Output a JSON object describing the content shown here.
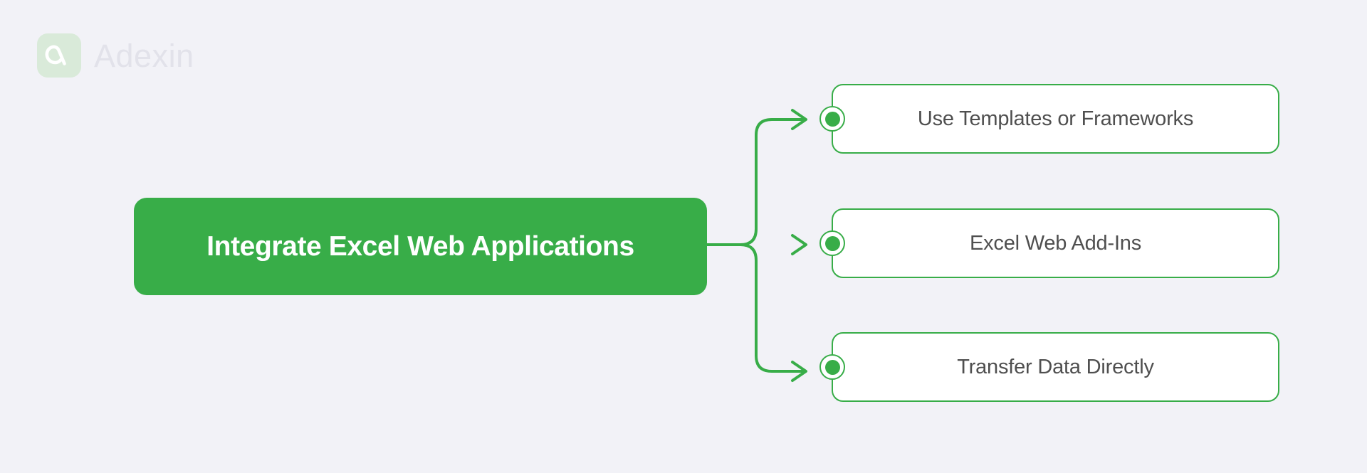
{
  "brand": {
    "name": "Adexin",
    "logo_icon": "adexin-a-mark-icon",
    "mark_color": "#d9ead9",
    "text_color": "#e2e2ea"
  },
  "theme": {
    "background": "#f2f2f7",
    "accent_green": "#38ad48",
    "node_text": "#4f4f4f",
    "root_text": "#ffffff",
    "leaf_fill": "#ffffff"
  },
  "diagram": {
    "type": "mind-map",
    "root": {
      "label": "Integrate Excel Web Applications"
    },
    "branches": [
      {
        "label": "Use Templates or Frameworks",
        "bullet_icon": "green-dot-icon"
      },
      {
        "label": "Excel Web Add-Ins",
        "bullet_icon": "green-dot-icon"
      },
      {
        "label": "Transfer Data Directly",
        "bullet_icon": "green-dot-icon"
      }
    ]
  }
}
